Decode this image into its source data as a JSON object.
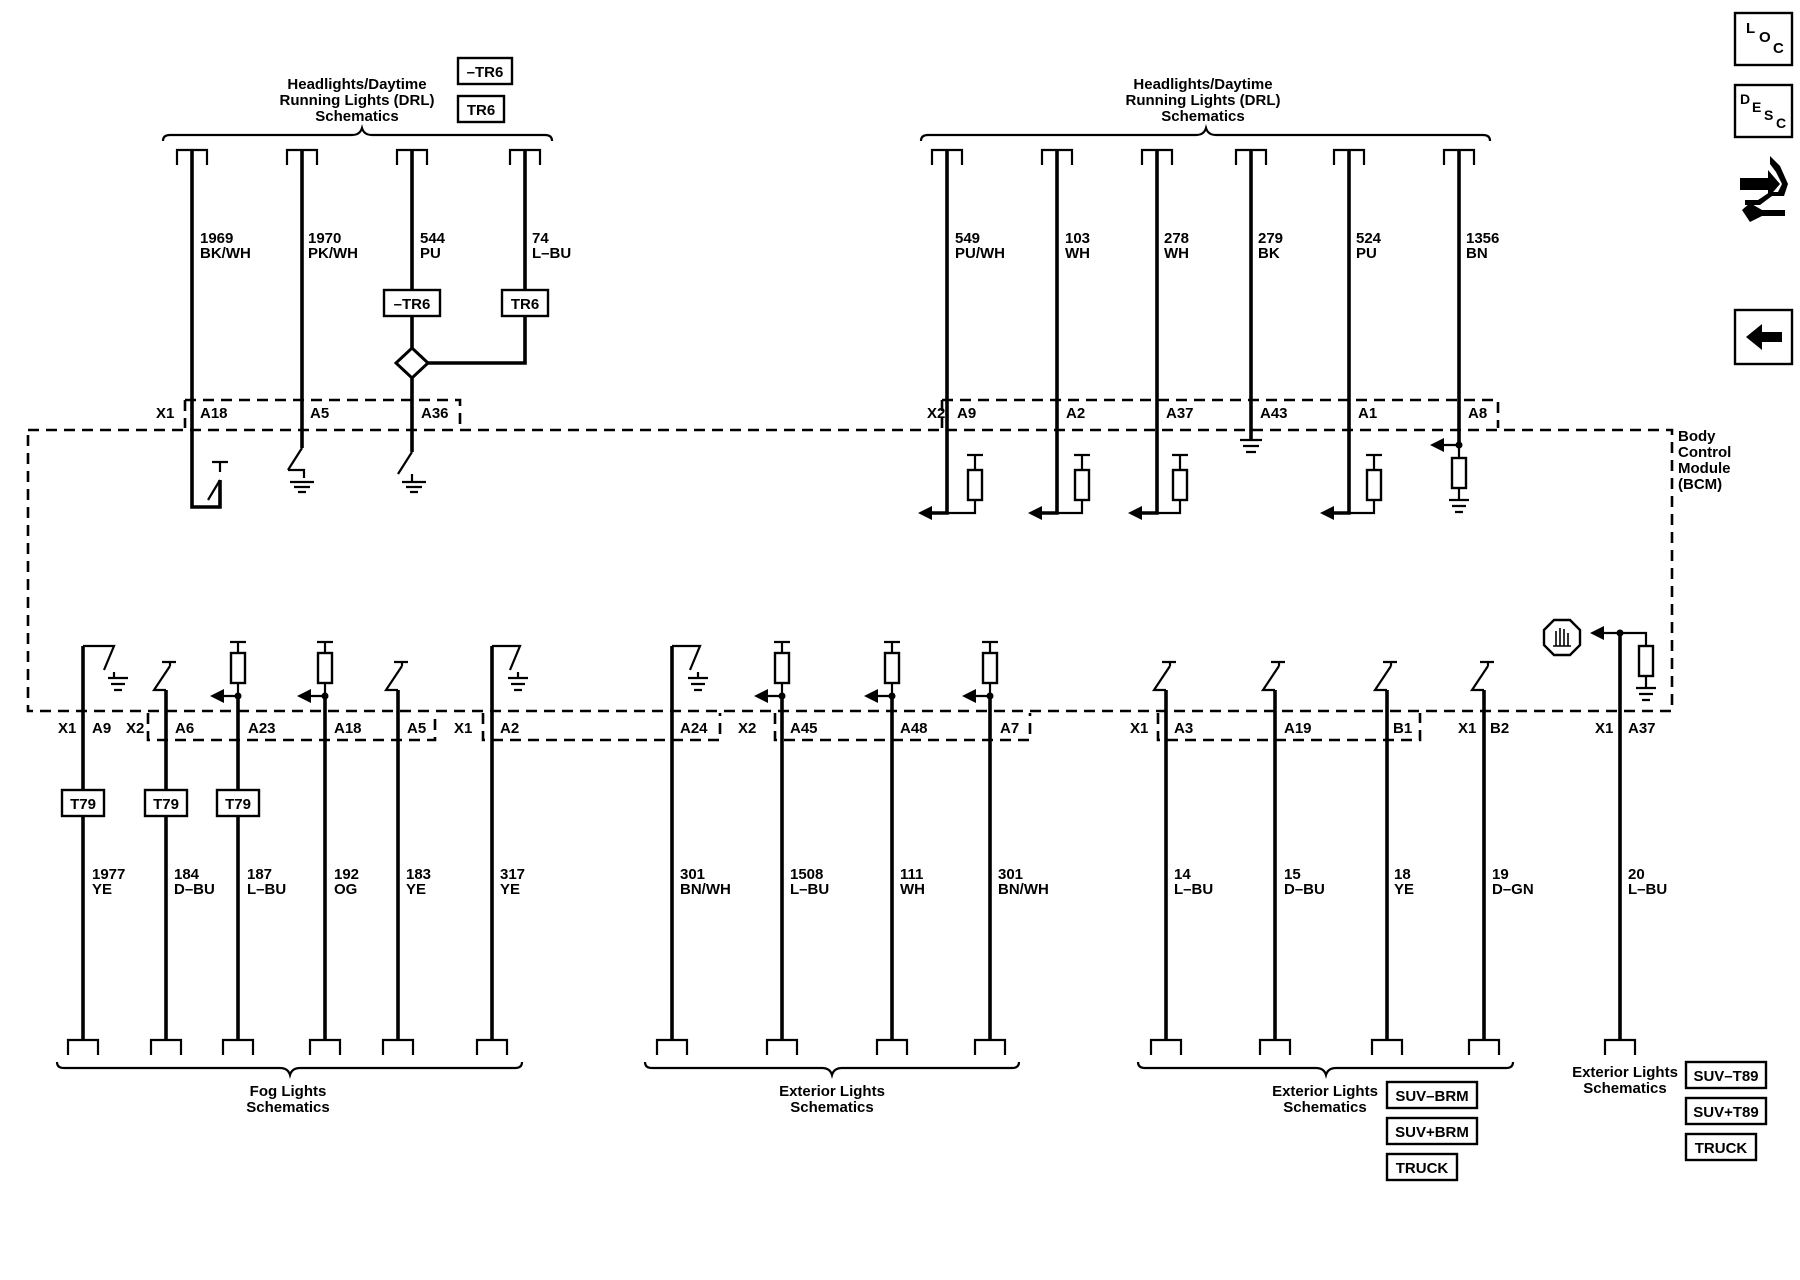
{
  "top_left": {
    "title": [
      "Headlights/Daytime",
      "Running Lights (DRL)",
      "Schematics"
    ],
    "options": [
      "–TR6",
      "TR6"
    ],
    "wires": [
      {
        "circuit": "1969",
        "color": "BK/WH",
        "pin": "A18"
      },
      {
        "circuit": "1970",
        "color": "PK/WH",
        "pin": "A5"
      },
      {
        "circuit": "544",
        "color": "PU",
        "pin": "A36"
      },
      {
        "circuit": "74",
        "color": "L–BU",
        "pin": ""
      }
    ],
    "inline_options": [
      "–TR6",
      "TR6"
    ],
    "connector": "X1"
  },
  "top_right": {
    "title": [
      "Headlights/Daytime",
      "Running Lights (DRL)",
      "Schematics"
    ],
    "connector": "X2",
    "wires": [
      {
        "circuit": "549",
        "color": "PU/WH",
        "pin": "A9"
      },
      {
        "circuit": "103",
        "color": "WH",
        "pin": "A2"
      },
      {
        "circuit": "278",
        "color": "WH",
        "pin": "A37"
      },
      {
        "circuit": "279",
        "color": "BK",
        "pin": "A43"
      },
      {
        "circuit": "524",
        "color": "PU",
        "pin": "A1"
      },
      {
        "circuit": "1356",
        "color": "BN",
        "pin": "A8"
      }
    ]
  },
  "module": {
    "name": [
      "Body",
      "Control",
      "Module",
      "(BCM)"
    ]
  },
  "bottom": {
    "connectors": [
      "X1",
      "X2",
      "X1",
      "X2",
      "X1",
      "X1",
      "X1"
    ],
    "wires": [
      {
        "circuit": "1977",
        "color": "YE",
        "pin": "A9",
        "option": "T79"
      },
      {
        "circuit": "184",
        "color": "D–BU",
        "pin": "A6",
        "option": "T79"
      },
      {
        "circuit": "187",
        "color": "L–BU",
        "pin": "A23",
        "option": "T79"
      },
      {
        "circuit": "192",
        "color": "OG",
        "pin": "A18",
        "option": ""
      },
      {
        "circuit": "183",
        "color": "YE",
        "pin": "A5",
        "option": ""
      },
      {
        "circuit": "317",
        "color": "YE",
        "pin": "A2",
        "option": ""
      },
      {
        "circuit": "301",
        "color": "BN/WH",
        "pin": "A24",
        "option": ""
      },
      {
        "circuit": "1508",
        "color": "L–BU",
        "pin": "A45",
        "option": ""
      },
      {
        "circuit": "111",
        "color": "WH",
        "pin": "A48",
        "option": ""
      },
      {
        "circuit": "301",
        "color": "BN/WH",
        "pin": "A7",
        "option": ""
      },
      {
        "circuit": "14",
        "color": "L–BU",
        "pin": "A3",
        "option": ""
      },
      {
        "circuit": "15",
        "color": "D–BU",
        "pin": "A19",
        "option": ""
      },
      {
        "circuit": "18",
        "color": "YE",
        "pin": "B1",
        "option": ""
      },
      {
        "circuit": "19",
        "color": "D–GN",
        "pin": "B2",
        "option": ""
      },
      {
        "circuit": "20",
        "color": "L–BU",
        "pin": "A37",
        "option": ""
      }
    ],
    "groups": [
      {
        "title": [
          "Fog Lights",
          "Schematics"
        ]
      },
      {
        "title": [
          "Exterior Lights",
          "Schematics"
        ]
      },
      {
        "title": [
          "Exterior Lights",
          "Schematics"
        ],
        "options": [
          "SUV–BRM",
          "SUV+BRM",
          "TRUCK"
        ]
      },
      {
        "title": [
          "Exterior Lights",
          "Schematics"
        ],
        "options": [
          "SUV–T89",
          "SUV+T89",
          "TRUCK"
        ]
      }
    ]
  },
  "nav": {
    "loc": [
      "L",
      "O",
      "C"
    ],
    "desc": [
      "D",
      "E",
      "S",
      "C"
    ],
    "connector_icon": "connector-end-view-icon",
    "back_icon": "back-arrow-icon"
  }
}
